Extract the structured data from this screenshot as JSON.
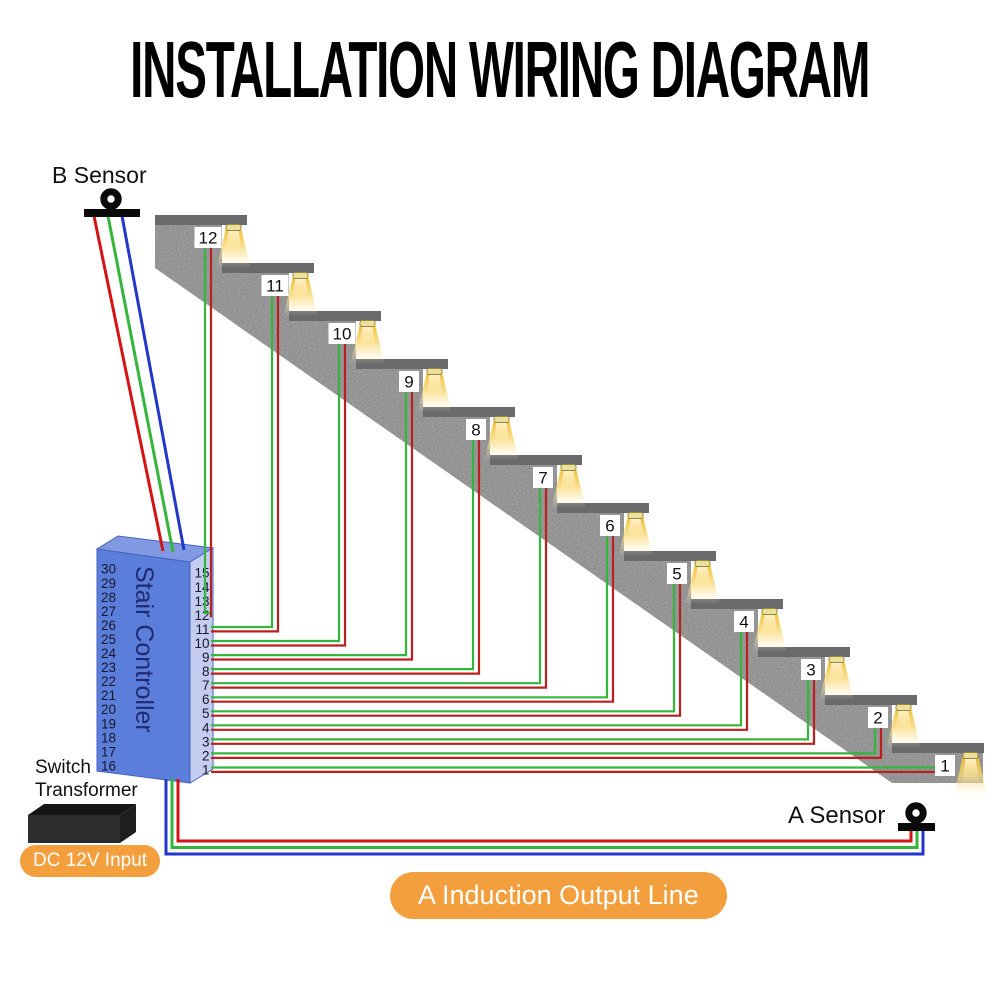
{
  "title": "INSTALLATION WIRING DIAGRAM",
  "sensor_b": {
    "label": "B Sensor"
  },
  "sensor_a": {
    "label": "A Sensor"
  },
  "controller": {
    "label": "Stair Controller",
    "left_pins": [
      30,
      29,
      28,
      27,
      26,
      25,
      24,
      23,
      22,
      21,
      20,
      19,
      18,
      17,
      16
    ],
    "right_pins": [
      15,
      14,
      13,
      12,
      11,
      10,
      9,
      8,
      7,
      6,
      5,
      4,
      3,
      2,
      1
    ]
  },
  "steps": {
    "numbers": [
      12,
      11,
      10,
      9,
      8,
      7,
      6,
      5,
      4,
      3,
      2,
      1
    ]
  },
  "power": {
    "transformer_label": [
      "Switch",
      "Transformer"
    ],
    "input_badge": "DC 12V Input"
  },
  "output_badge": "A Induction Output Line",
  "colors": {
    "wire_red": "#bb2020",
    "wire_green": "#35b53c",
    "wire_blue": "#2236c8",
    "sensor_wire_red": "#d41414",
    "controller_front": "#5b7edb",
    "controller_top": "#8099e2",
    "controller_side": "#c4cdf0",
    "controller_edge": "#4763bd",
    "controller_text": "#202a70",
    "pin_text": "#16182c",
    "tread_gray": "#6a6a6a",
    "concrete_gray": "#a6a6a6",
    "speckle_dark": "#4a4a4a",
    "fixture_fill": "#ece09d",
    "fixture_edge": "#97893b",
    "glow_strong": "#f3be2e",
    "glow_soft": "#fdf3cf",
    "label_box": "#ffffff",
    "badge_orange": "#f49f3d",
    "icon_black": "#0a0a0a"
  }
}
